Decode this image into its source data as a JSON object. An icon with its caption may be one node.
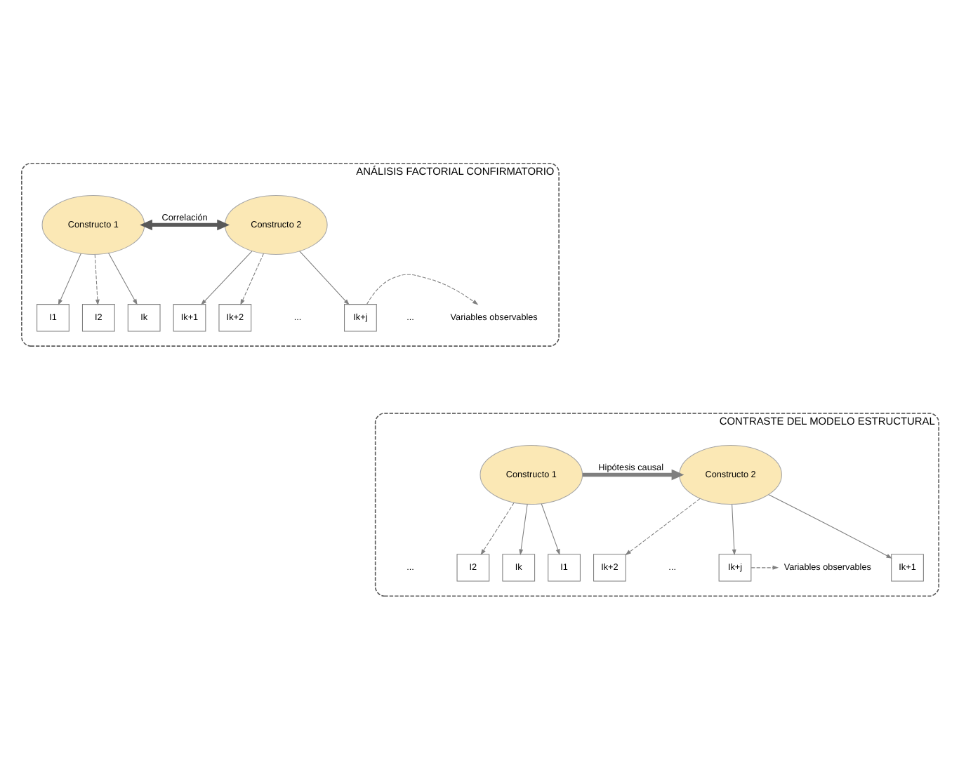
{
  "diagram": {
    "nodes": [
      {
        "text": [
          "ANÁLISIS FACTORIAL CONFIRMATORIO"
        ]
      },
      {
        "text": [
          "Constructo 1"
        ],
        "in": 0
      },
      {
        "text": [
          "Constructo 2"
        ],
        "in": 0
      },
      {
        "text": [
          "I1"
        ],
        "in": 0
      },
      {
        "text": [
          "I2"
        ],
        "in": 0
      },
      {
        "text": [
          "Ik"
        ],
        "in": 0
      },
      {
        "text": [
          "Ik+1"
        ],
        "in": 0
      },
      {
        "text": [
          "Ik+2"
        ],
        "in": 0
      },
      {
        "text": [
          "Ik+j"
        ],
        "in": 0
      },
      {
        "text": [
          "Variables observables"
        ],
        "in": 0
      },
      {
        "text": [
          "CONTRASTE DEL MODELO ESTRUCTURAL"
        ]
      },
      {
        "text": [
          "Constructo 1"
        ],
        "in": 10
      },
      {
        "text": [
          "Constructo 2"
        ],
        "in": 10
      },
      {
        "text": [
          "I1"
        ],
        "in": 10
      },
      {
        "text": [
          "I2"
        ],
        "in": 10
      },
      {
        "text": [
          "Ik"
        ],
        "in": 10
      },
      {
        "text": [
          "Ik+1"
        ],
        "in": 10
      },
      {
        "text": [
          "Ik+2"
        ],
        "in": 10
      },
      {
        "text": [
          "Ik+j"
        ],
        "in": 10
      },
      {
        "text": [
          "Variables observables"
        ],
        "in": 10
      }
    ],
    "edges": [
      {
        "from": 1,
        "to": 2,
        "arrow": "both",
        "label": "Correlación",
        "style": "thick",
        "color": "#595959"
      },
      {
        "from": 1,
        "to": 3,
        "arrow": "to"
      },
      {
        "from": 1,
        "to": 4,
        "arrow": "to",
        "style": "dashed"
      },
      {
        "from": 1,
        "to": 5,
        "arrow": "to"
      },
      {
        "from": 2,
        "to": 6,
        "arrow": "to"
      },
      {
        "from": 2,
        "to": 7,
        "arrow": "to",
        "style": "dashed"
      },
      {
        "from": 2,
        "to": 8,
        "arrow": "to"
      },
      {
        "from": 8,
        "to": 9,
        "arrow": "to",
        "style": "dashed"
      },
      {
        "from": 11,
        "to": 12,
        "arrow": "to",
        "label": "Hipótesis causal",
        "style": "thick",
        "color": "#7f7f7f"
      },
      {
        "from": 11,
        "to": 13,
        "arrow": "to"
      },
      {
        "from": 11,
        "to": 14,
        "arrow": "to",
        "style": "dashed"
      },
      {
        "from": 11,
        "to": 15,
        "arrow": "to"
      },
      {
        "from": 12,
        "to": 16,
        "arrow": "to"
      },
      {
        "from": 12,
        "to": 17,
        "arrow": "to",
        "style": "dashed"
      },
      {
        "from": 12,
        "to": 18,
        "arrow": "to"
      },
      {
        "from": 18,
        "to": 19,
        "arrow": "to",
        "style": "dashed"
      }
    ],
    "labels": [
      "...",
      "...",
      "...",
      "..."
    ]
  }
}
